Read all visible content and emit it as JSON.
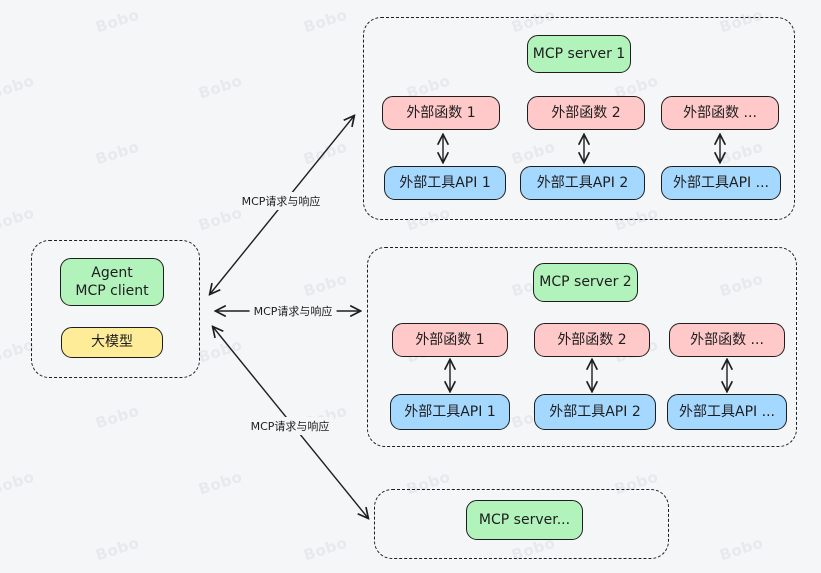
{
  "watermark": {
    "text": "Bobo"
  },
  "client": {
    "agent_line1": "Agent",
    "agent_line2": "MCP client",
    "model_label": "大模型"
  },
  "arrow_labels": [
    "MCP请求与响应",
    "MCP请求与响应",
    "MCP请求与响应"
  ],
  "servers": [
    {
      "title": "MCP server 1",
      "functions": [
        "外部函数 1",
        "外部函数 2",
        "外部函数 ..."
      ],
      "apis": [
        "外部工具API 1",
        "外部工具API 2",
        "外部工具API ..."
      ]
    },
    {
      "title": "MCP server 2",
      "functions": [
        "外部函数 1",
        "外部函数 2",
        "外部函数 ..."
      ],
      "apis": [
        "外部工具API 1",
        "外部工具API 2",
        "外部工具API ..."
      ]
    },
    {
      "title": "MCP server..."
    }
  ],
  "colors": {
    "green": "#b2f2bb",
    "pink": "#ffc9c9",
    "blue": "#a5d8ff",
    "yellow": "#ffec99",
    "stroke": "#1e1e1e",
    "background": "#f5f6f8",
    "watermark": "#e7e9ed"
  }
}
